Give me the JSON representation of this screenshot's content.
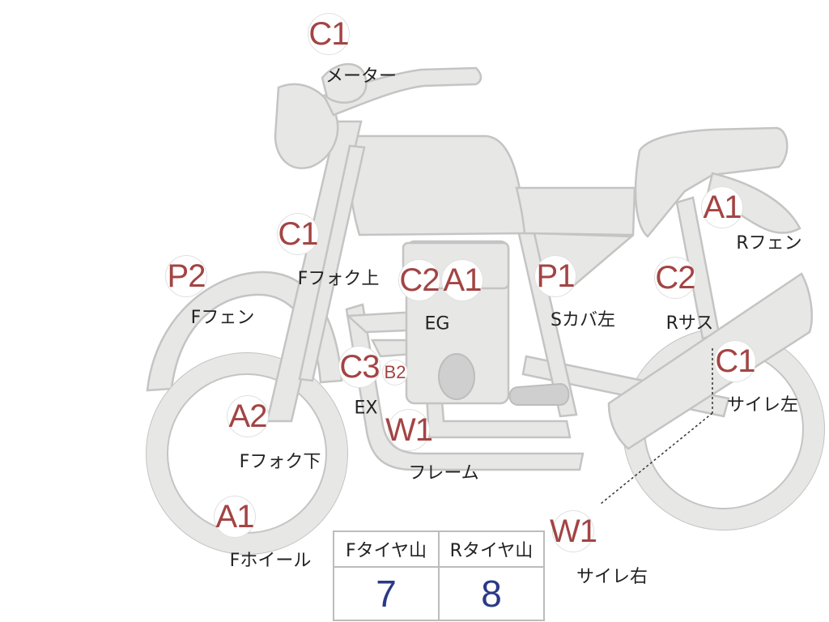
{
  "markers": [
    {
      "id": "meter",
      "code": "C1",
      "label": "メーター"
    },
    {
      "id": "f-fork-upper",
      "code": "C1",
      "label": "Fフォク上"
    },
    {
      "id": "f-fender",
      "code": "P2",
      "label": "Fフェン"
    },
    {
      "id": "engine-c2",
      "code": "C2",
      "label": ""
    },
    {
      "id": "engine-a1",
      "code": "A1",
      "label": "EG"
    },
    {
      "id": "side-cover-left",
      "code": "P1",
      "label": "Sカバ左"
    },
    {
      "id": "r-suspension",
      "code": "C2",
      "label": "Rサス"
    },
    {
      "id": "r-fender",
      "code": "A1",
      "label": "Rフェン"
    },
    {
      "id": "exhaust",
      "code": "C3",
      "label": "EX"
    },
    {
      "id": "exhaust-b2",
      "code": "B2",
      "label": ""
    },
    {
      "id": "frame",
      "code": "W1",
      "label": "フレーム"
    },
    {
      "id": "f-fork-lower",
      "code": "A2",
      "label": "Fフォク下"
    },
    {
      "id": "f-wheel",
      "code": "A1",
      "label": "Fホイール"
    },
    {
      "id": "muffler-left",
      "code": "C1",
      "label": "サイレ左"
    },
    {
      "id": "muffler-right",
      "code": "W1",
      "label": "サイレ右"
    }
  ],
  "tire_table": {
    "headers": [
      "Fタイヤ山",
      "Rタイヤ山"
    ],
    "values": [
      "7",
      "8"
    ]
  },
  "colors": {
    "marker_text": "#a34444",
    "part_fill": "#e7e7e5",
    "part_stroke": "#c4c4c4",
    "table_value": "#2b3a86"
  }
}
